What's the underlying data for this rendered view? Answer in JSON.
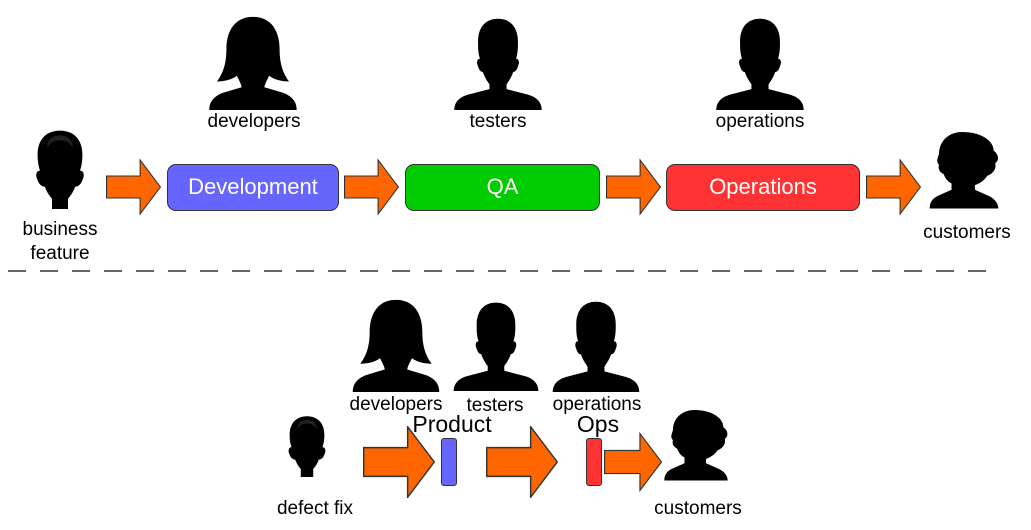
{
  "colors": {
    "arrow_fill": "#ff6600",
    "arrow_stroke": "#333333",
    "development": "#6666ff",
    "qa": "#00cc00",
    "operations": "#ff3333",
    "silhouette": "#000000",
    "divider": "#333333"
  },
  "top_flow": {
    "source_label_line1": "business",
    "source_label_line2": "feature",
    "stages": [
      {
        "label": "Development",
        "role": "developers",
        "color": "#6666ff"
      },
      {
        "label": "QA",
        "role": "testers",
        "color": "#00cc00"
      },
      {
        "label": "Operations",
        "role": "operations",
        "color": "#ff3333"
      }
    ],
    "destination_label": "customers"
  },
  "bottom_flow": {
    "source_label": "defect fix",
    "roles": [
      "developers",
      "testers",
      "operations"
    ],
    "stage_product_label": "Product",
    "stage_ops_label": "Ops",
    "destination_label": "customers"
  },
  "icons": [
    "female-person-silhouette-icon",
    "male-person-silhouette-icon",
    "long-hair-person-silhouette-icon",
    "head-silhouette-icon",
    "right-arrow-icon"
  ]
}
